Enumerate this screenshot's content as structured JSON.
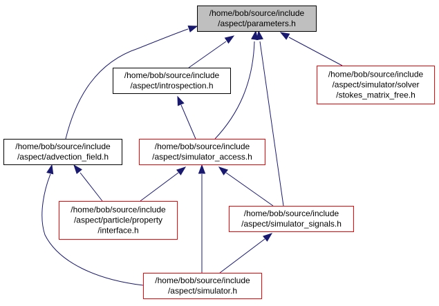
{
  "title": "Include dependency graph for /home/bob/source/include/aspect/parameters.h",
  "colors": {
    "edge": "#191970",
    "root_fill": "#bfbfbf",
    "root_border": "#000000",
    "normal_border": "#000000",
    "truncated_border": "#ff0000",
    "node_fill": "#ffffff",
    "text": "#000000"
  },
  "nodes": [
    {
      "id": "parameters",
      "lines": [
        "/home/bob/source/include",
        "/aspect/parameters.h"
      ],
      "style": "root"
    },
    {
      "id": "introspection",
      "lines": [
        "/home/bob/source/include",
        "/aspect/introspection.h"
      ],
      "style": "normal"
    },
    {
      "id": "stokes_matrix_free",
      "lines": [
        "/home/bob/source/include",
        "/aspect/simulator/solver",
        "/stokes_matrix_free.h"
      ],
      "style": "truncated"
    },
    {
      "id": "advection_field",
      "lines": [
        "/home/bob/source/include",
        "/aspect/advection_field.h"
      ],
      "style": "normal"
    },
    {
      "id": "simulator_access",
      "lines": [
        "/home/bob/source/include",
        "/aspect/simulator_access.h"
      ],
      "style": "truncated"
    },
    {
      "id": "particle_property_interface",
      "lines": [
        "/home/bob/source/include",
        "/aspect/particle/property",
        "/interface.h"
      ],
      "style": "truncated"
    },
    {
      "id": "simulator_signals",
      "lines": [
        "/home/bob/source/include",
        "/aspect/simulator_signals.h"
      ],
      "style": "truncated"
    },
    {
      "id": "simulator",
      "lines": [
        "/home/bob/source/include",
        "/aspect/simulator.h"
      ],
      "style": "truncated"
    }
  ],
  "edges": [
    {
      "from": "advection_field",
      "to": "parameters"
    },
    {
      "from": "introspection",
      "to": "parameters"
    },
    {
      "from": "simulator_access",
      "to": "parameters"
    },
    {
      "from": "simulator_signals",
      "to": "parameters"
    },
    {
      "from": "stokes_matrix_free",
      "to": "parameters"
    },
    {
      "from": "simulator_access",
      "to": "introspection"
    },
    {
      "from": "particle_property_interface",
      "to": "advection_field"
    },
    {
      "from": "simulator",
      "to": "advection_field"
    },
    {
      "from": "particle_property_interface",
      "to": "simulator_access"
    },
    {
      "from": "simulator",
      "to": "simulator_access"
    },
    {
      "from": "simulator_signals",
      "to": "simulator_access"
    },
    {
      "from": "simulator",
      "to": "simulator_signals"
    }
  ]
}
